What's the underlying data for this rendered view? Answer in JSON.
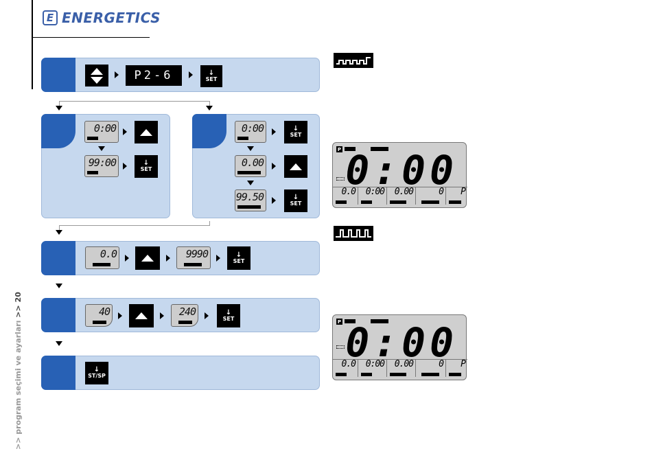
{
  "brand": {
    "logo_mark": "E",
    "name": "ENERGETICS"
  },
  "side": {
    "text": ">> program seçimi ve ayarları ",
    "page": ">> 20"
  },
  "step1": {
    "display": "P2-6",
    "set": "SET"
  },
  "left_branch": {
    "lcd1": "0:00",
    "lcd2": "99:00",
    "set": "SET"
  },
  "right_branch": {
    "lcd1": "0:00",
    "lcd2": "0.00",
    "lcd3": "99.50",
    "set1": "SET",
    "set2": "SET"
  },
  "step3": {
    "lcd1": "0.0",
    "lcd2": "9990",
    "set": "SET"
  },
  "step4": {
    "lcd1": "40",
    "lcd2": "240",
    "set": "SET"
  },
  "step5": {
    "btn": "ST/SP"
  },
  "lcd_panels": [
    {
      "main": "0:00",
      "p": "P",
      "cells": [
        "0.0",
        "0:00",
        "0.00",
        "0",
        "P"
      ]
    },
    {
      "main": "0:00",
      "p": "P",
      "cells": [
        "0.0",
        "0:00",
        "0.00",
        "0",
        "P"
      ]
    }
  ]
}
